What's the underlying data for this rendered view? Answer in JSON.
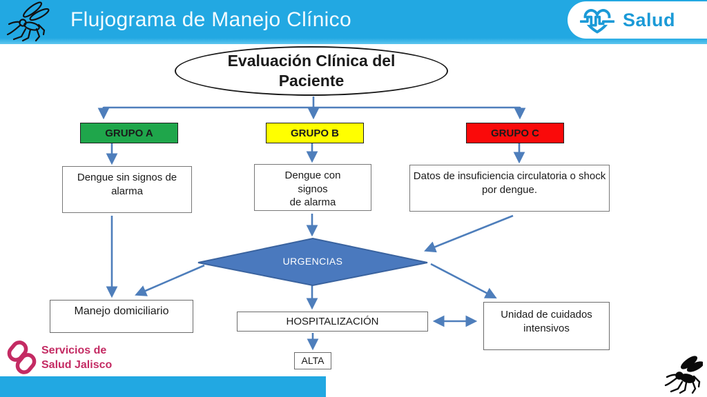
{
  "header": {
    "title": "Flujograma de Manejo Clínico",
    "brand": "Salud"
  },
  "diagram": {
    "root": "Evaluación Clínica del Paciente",
    "groups": [
      {
        "label": "GRUPO A",
        "color": "#1FA64B",
        "description": "Dengue sin signos de alarma"
      },
      {
        "label": "GRUPO B",
        "color": "#FFFF00",
        "description": "Dengue con\nsignos\nde alarma"
      },
      {
        "label": "GRUPO C",
        "color": "#FA0A0A",
        "description": "Datos de insuficiencia circulatoria o shock por dengue."
      }
    ],
    "decision": "URGENCIAS",
    "outcomes": {
      "home_care": "Manejo domiciliario",
      "hospitalization": "HOSPITALIZACIÓN",
      "icu": "Unidad de cuidados intensivos",
      "discharge": "ALTA"
    }
  },
  "footer": {
    "org_line1": "Servicios de",
    "org_line2": "Salud Jalisco"
  },
  "colors": {
    "header_cyan": "#22A8E2",
    "brand_blue": "#1B9AD7",
    "group_a_green": "#1FA64B",
    "group_b_yellow": "#FFFF00",
    "group_c_red": "#FA0A0A",
    "decision_blue": "#4A79BE",
    "arrow_blue": "#4E7EBB",
    "jalisco_pink": "#C42B63"
  }
}
